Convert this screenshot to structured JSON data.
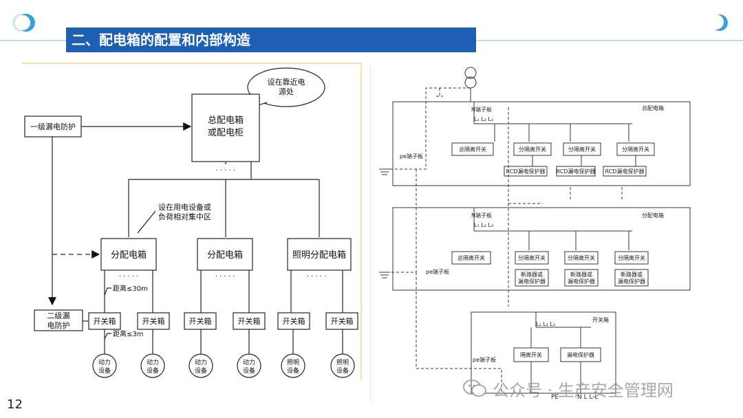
{
  "title": "二、配电箱的配置和内部构造",
  "page_number": "12",
  "watermark": "公众号 · 生产安全管理网",
  "left_diagram": {
    "callout": "设在靠近电源处",
    "callout_lines": [
      "设在靠近电",
      "源处"
    ],
    "main_box_lines": [
      "总配电箱",
      "或配电柜"
    ],
    "level1_protection": "一级漏电防护",
    "level2_protection_lines": [
      "二级漏",
      "电防护"
    ],
    "note_lines": [
      "设在用电设备或",
      "负荷相对集中区"
    ],
    "dist_box_1": "分配电箱",
    "dist_box_2": "分配电箱",
    "dist_box_3": "照明分配电箱",
    "switch_box": "开关箱",
    "distance_30": "距离≤30m",
    "distance_3": "距离≤3m",
    "device_power_lines": [
      "动力",
      "设备"
    ],
    "device_light_lines": [
      "照明",
      "设备"
    ],
    "dots": "· · · · ·"
  },
  "right_diagram": {
    "main_box": "总配电箱",
    "dist_box": "分配电箱",
    "switch_box": "开关箱",
    "n_terminal": "N端子板",
    "pe_terminal": "pe端子板",
    "main_switch": "总隔离开关",
    "branch_switch": "分隔离开关",
    "rcd": "RCD漏电保护器",
    "breaker_lines": [
      "断路器或",
      "漏电保护器"
    ],
    "isolation_switch": "隔离开关",
    "leakage_protector": "漏电保护器",
    "phases": "L₁ L₂ L₃",
    "pe_label": "PE",
    "bottom_labels": "N L L L"
  }
}
